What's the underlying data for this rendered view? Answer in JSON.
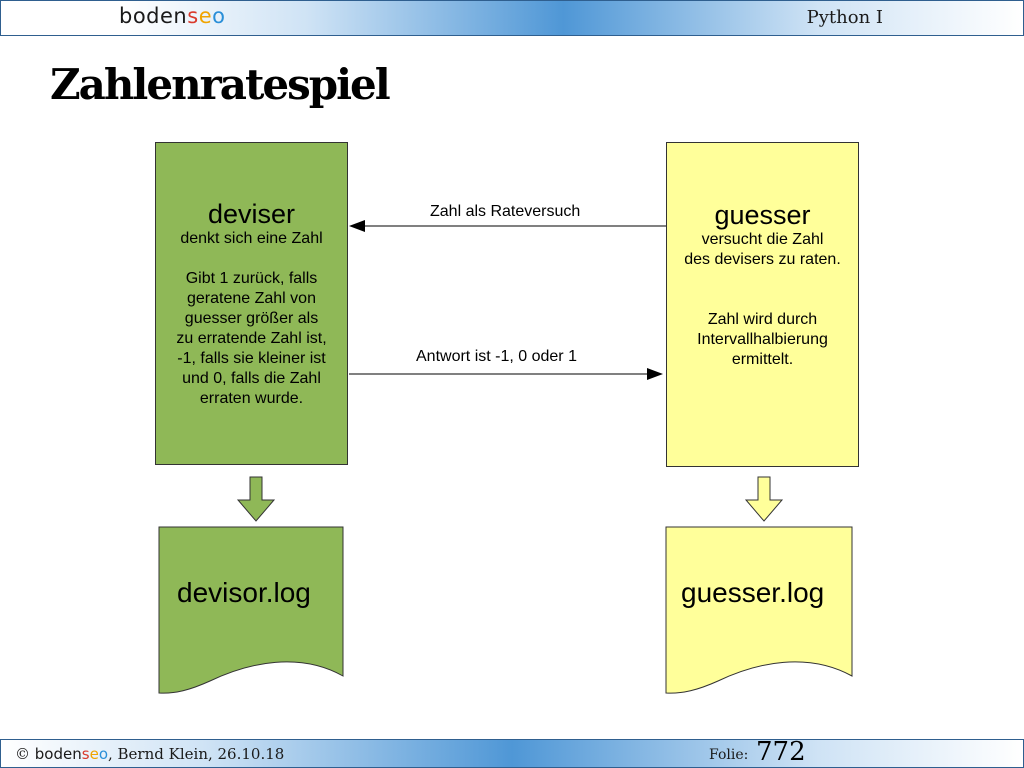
{
  "header": {
    "logo_text": "bodenseo",
    "course_title": "Python I"
  },
  "slide_title": "Zahlenratespiel",
  "deviser": {
    "name": "deviser",
    "lines": [
      "denkt sich eine Zahl",
      "",
      "Gibt 1 zurück, falls",
      "geratene Zahl von",
      "guesser größer als",
      "zu erratende Zahl ist,",
      "-1, falls sie kleiner ist",
      "und 0, falls die Zahl",
      "erraten wurde."
    ],
    "color": "#8fb857"
  },
  "guesser": {
    "name": "guesser",
    "lines": [
      "versucht die Zahl",
      "des devisers zu raten.",
      "",
      "",
      "Zahl wird durch",
      "Intervallhalbierung",
      "ermittelt."
    ],
    "color": "#ffff9a"
  },
  "arrows": {
    "guess_label": "Zahl als Rateversuch",
    "answer_label": "Antwort ist -1, 0 oder 1"
  },
  "logs": {
    "deviser_log": "devisor.log",
    "guesser_log": "guesser.log"
  },
  "footer": {
    "copyright": "©",
    "logo_text": "bodenseo",
    "author_date": ", Bernd Klein, 26.10.18",
    "folie_label": "Folie:",
    "folie_number": "772"
  }
}
